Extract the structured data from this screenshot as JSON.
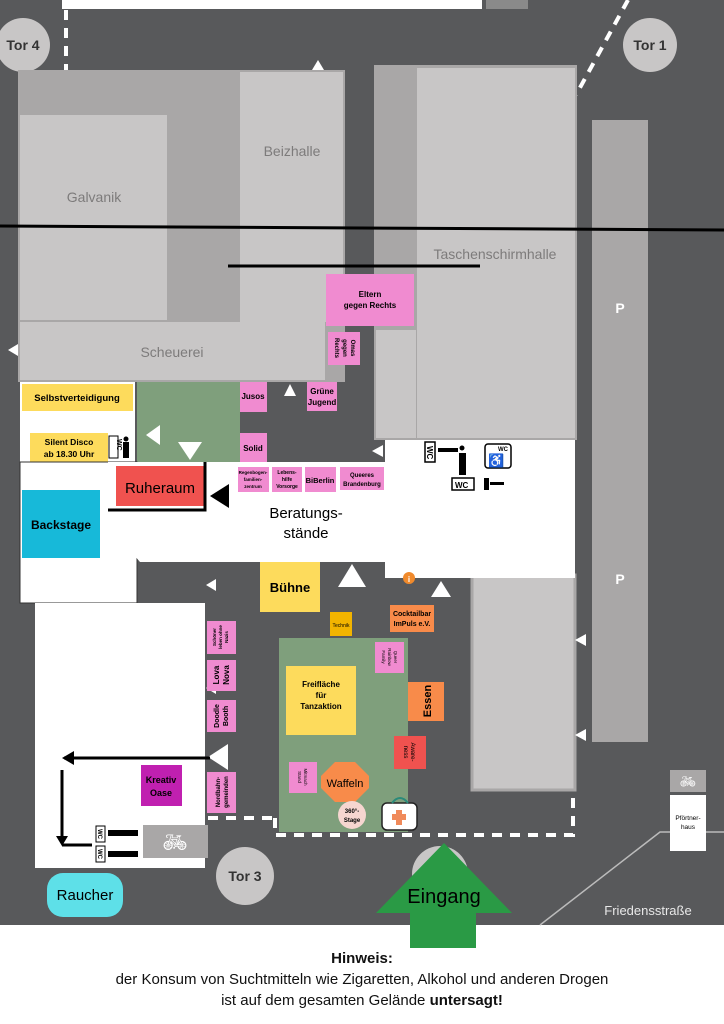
{
  "gates": {
    "tor4": "Tor 4",
    "tor1": "Tor 1",
    "tor3": "Tor 3"
  },
  "buildings": {
    "galvanik": "Galvanik",
    "beizhalle": "Beizhalle",
    "scheuerei": "Scheuerei",
    "taschenschirmhalle": "Taschenschirmhalle",
    "parking": [
      "P",
      "P"
    ],
    "pfoertnerhaus": [
      "Pförtner-",
      "haus"
    ]
  },
  "street": "Friedensstraße",
  "areas": {
    "selbstverteidigung": "Selbstverteidigung",
    "silent_disco": [
      "Silent Disco",
      "ab 18.30 Uhr"
    ],
    "ruheraum": "Ruheraum",
    "backstage": "Backstage",
    "beratungsstaende": [
      "Beratungs-",
      "stände"
    ],
    "buehne": "Bühne",
    "kreativ_oase": [
      "Kreativ",
      "Oase"
    ],
    "raucher": "Raucher",
    "eingang": "Eingang",
    "freiflaeche": [
      "Freifläche",
      "für",
      "Tanzaktion"
    ],
    "waffeln": "Waffeln",
    "stage360": [
      "360°-",
      "Stage"
    ],
    "essen": "Essen",
    "awareness": [
      "Aware-",
      "ness"
    ],
    "technik": "Technik",
    "cocktailbar": [
      "Cocktailbar",
      "ImPuls e.V."
    ]
  },
  "stands": {
    "eltern": [
      "Eltern",
      "gegen Rechts"
    ],
    "omas": [
      "Omas",
      "gegen",
      "Rechts"
    ],
    "jusos": "Jusos",
    "solid": "Solid",
    "gruene_jugend": [
      "Grüne",
      "Jugend"
    ],
    "regenbogen": [
      "Regenbogen-",
      "familien-",
      "zentrum"
    ],
    "lebenshilfe": [
      "Lebens-",
      "hilfe",
      "Vorsorge"
    ],
    "biberlin": "BiBerlin",
    "queeres_brandenburg": [
      "Queeres",
      "Brandenburg"
    ],
    "schoener_leben": [
      "Schöner",
      "leben ohne",
      "Nazis"
    ],
    "lova_nova": [
      "Lova",
      "Nova"
    ],
    "doodle_booth": [
      "Doodle",
      "Booth"
    ],
    "nordbahn": [
      "Nordbahn-",
      "gemeinden"
    ],
    "queer_rainbow": [
      "Queer",
      "Rainbow",
      "Family"
    ],
    "mitmach": [
      "Mitmach",
      "Stand"
    ]
  },
  "icons": {
    "wc": "WC",
    "info": "i"
  },
  "notice": {
    "title": "Hinweis:",
    "line1": "der Konsum  von Suchtmitteln wie Zigaretten, Alkohol und anderen Drogen",
    "line2_prefix": "ist auf dem gesamten Gelände ",
    "line2_bold": "untersagt!"
  },
  "colors": {
    "road": "#58595b",
    "building": "#c8c6c6",
    "pink": "#f08bd0",
    "yellow": "#fddb5c",
    "green": "#7f9f7c",
    "orange": "#f88b4a",
    "red": "#f0524f",
    "cyan": "#17b9d9",
    "eingang": "#2a9a45"
  }
}
